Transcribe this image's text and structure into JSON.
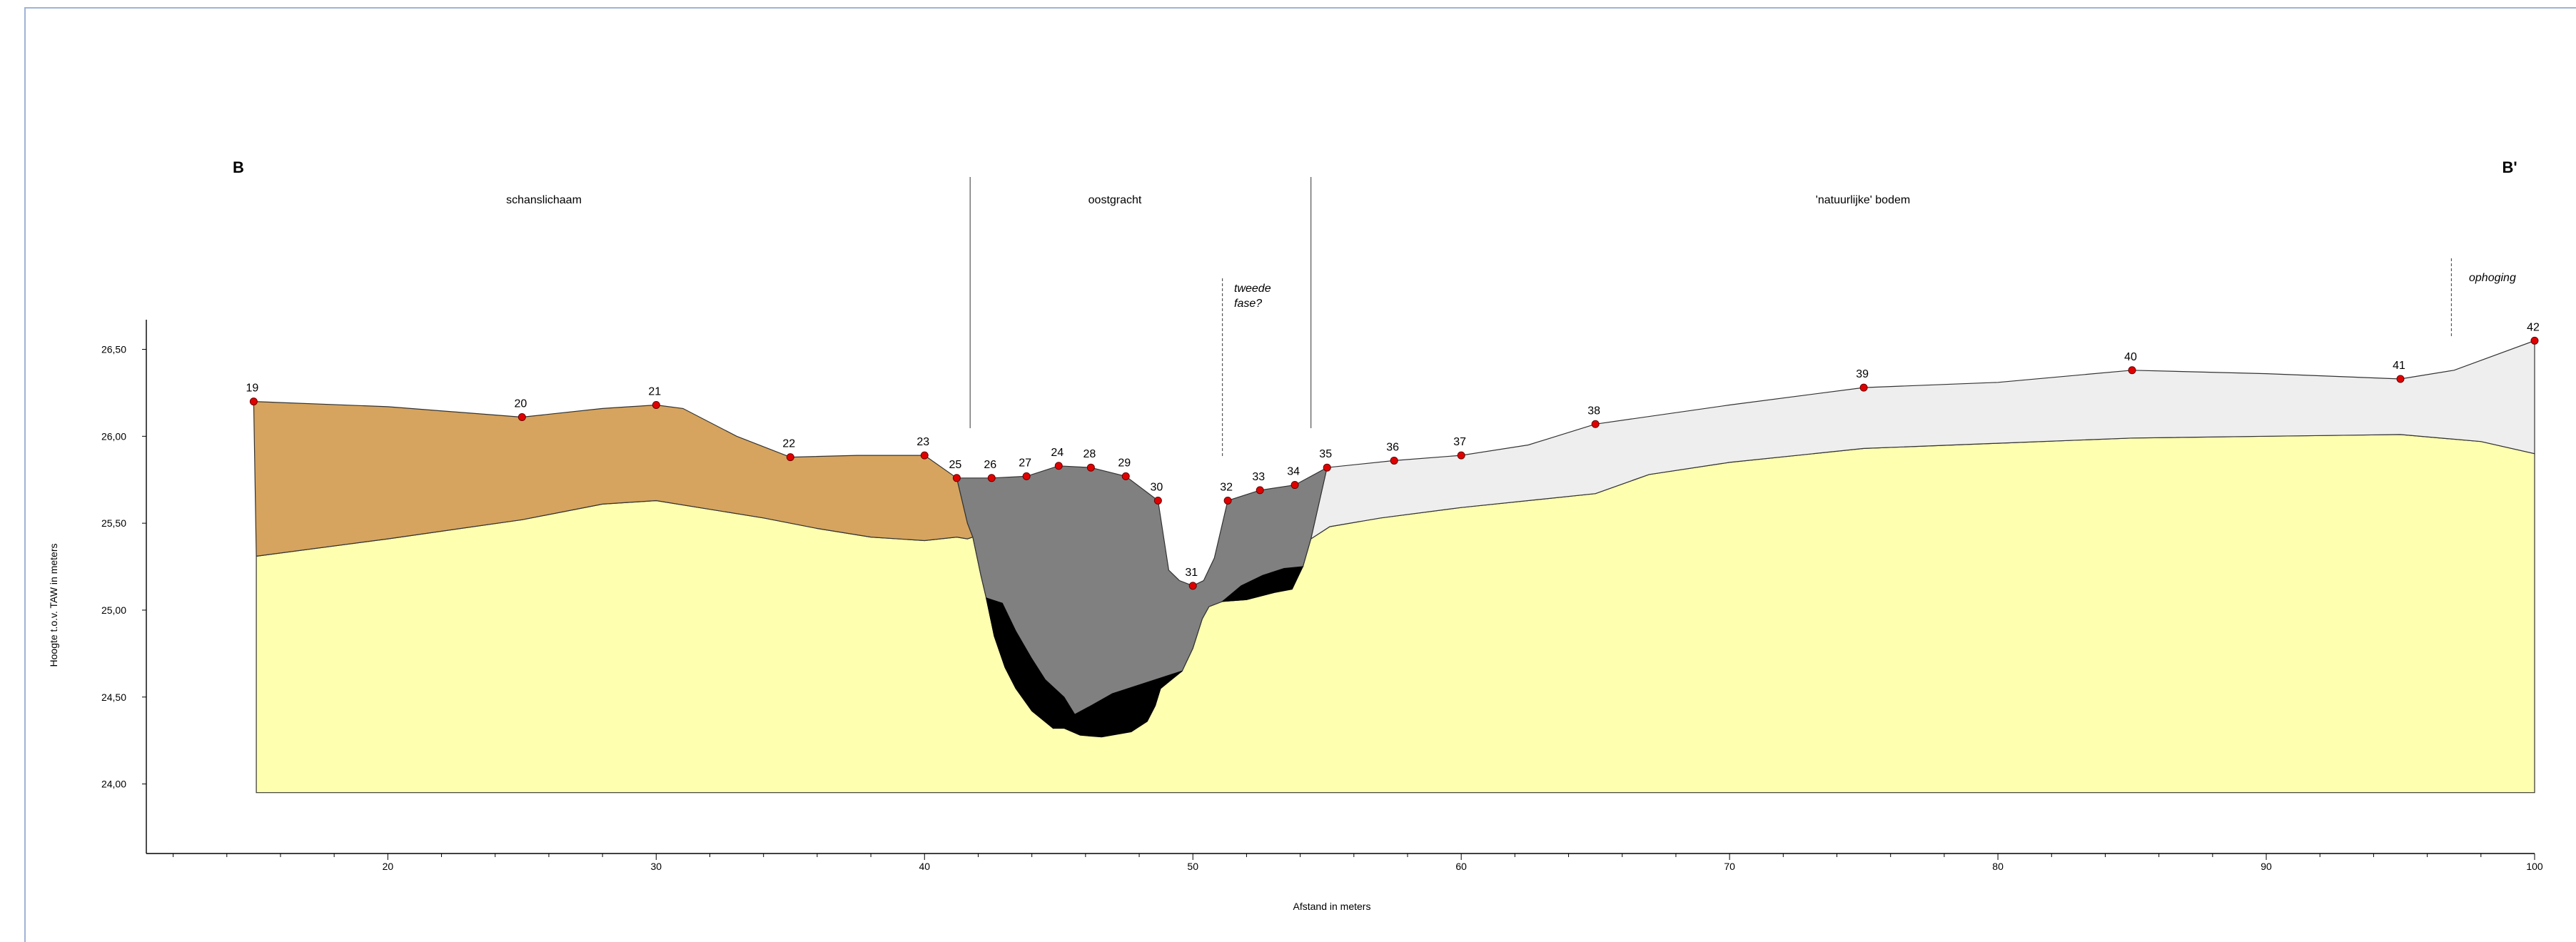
{
  "profile": {
    "start_label": "B",
    "end_label": "B'"
  },
  "zones": [
    {
      "label": "schanslichaam"
    },
    {
      "label": "oostgracht"
    },
    {
      "label": "'natuurlijke' bodem"
    }
  ],
  "annotations": {
    "second_phase": [
      "tweede",
      "fase?"
    ],
    "raising": "ophoging"
  },
  "colors": {
    "schanslichaam": "#d6a45e",
    "oostgracht_fill": "#808080",
    "ditch_bottom": "#000000",
    "natural_soil": "#ffffb0",
    "raising": "#eeeeee",
    "point": "#e00000"
  },
  "chart_data": {
    "type": "cross-section",
    "xlabel": "Afstand in meters",
    "ylabel": "Hoogte t.o.v. TAW in meters",
    "xlim": [
      11,
      100
    ],
    "ylim": [
      23.6,
      26.65
    ],
    "x_ticks": [
      20,
      30,
      40,
      50,
      60,
      70,
      80,
      90,
      100
    ],
    "y_ticks": [
      "24,00",
      "24,50",
      "25,00",
      "25,50",
      "26,00",
      "26,50"
    ],
    "y_tick_values": [
      24.0,
      24.5,
      25.0,
      25.5,
      26.0,
      26.5
    ],
    "zone_boundaries_x": [
      41.7,
      54.4
    ],
    "phase_line_x": 51.1,
    "raising_line_x": 96.9,
    "points": [
      {
        "id": "19",
        "x": 15.0,
        "y": 26.2
      },
      {
        "id": "20",
        "x": 25.0,
        "y": 26.11
      },
      {
        "id": "21",
        "x": 30.0,
        "y": 26.18
      },
      {
        "id": "22",
        "x": 35.0,
        "y": 25.88
      },
      {
        "id": "23",
        "x": 40.0,
        "y": 25.89
      },
      {
        "id": "25",
        "x": 41.2,
        "y": 25.76
      },
      {
        "id": "26",
        "x": 42.5,
        "y": 25.76
      },
      {
        "id": "27",
        "x": 43.8,
        "y": 25.77
      },
      {
        "id": "24",
        "x": 45.0,
        "y": 25.83
      },
      {
        "id": "28",
        "x": 46.2,
        "y": 25.82
      },
      {
        "id": "29",
        "x": 47.5,
        "y": 25.77
      },
      {
        "id": "30",
        "x": 48.7,
        "y": 25.63
      },
      {
        "id": "31",
        "x": 50.0,
        "y": 25.14
      },
      {
        "id": "32",
        "x": 51.3,
        "y": 25.63
      },
      {
        "id": "33",
        "x": 52.5,
        "y": 25.69
      },
      {
        "id": "34",
        "x": 53.8,
        "y": 25.72
      },
      {
        "id": "35",
        "x": 55.0,
        "y": 25.82
      },
      {
        "id": "36",
        "x": 57.5,
        "y": 25.86
      },
      {
        "id": "37",
        "x": 60.0,
        "y": 25.89
      },
      {
        "id": "38",
        "x": 65.0,
        "y": 26.07
      },
      {
        "id": "39",
        "x": 75.0,
        "y": 26.28
      },
      {
        "id": "40",
        "x": 85.0,
        "y": 26.38
      },
      {
        "id": "41",
        "x": 95.0,
        "y": 26.33
      },
      {
        "id": "42",
        "x": 100.0,
        "y": 26.55
      }
    ]
  }
}
